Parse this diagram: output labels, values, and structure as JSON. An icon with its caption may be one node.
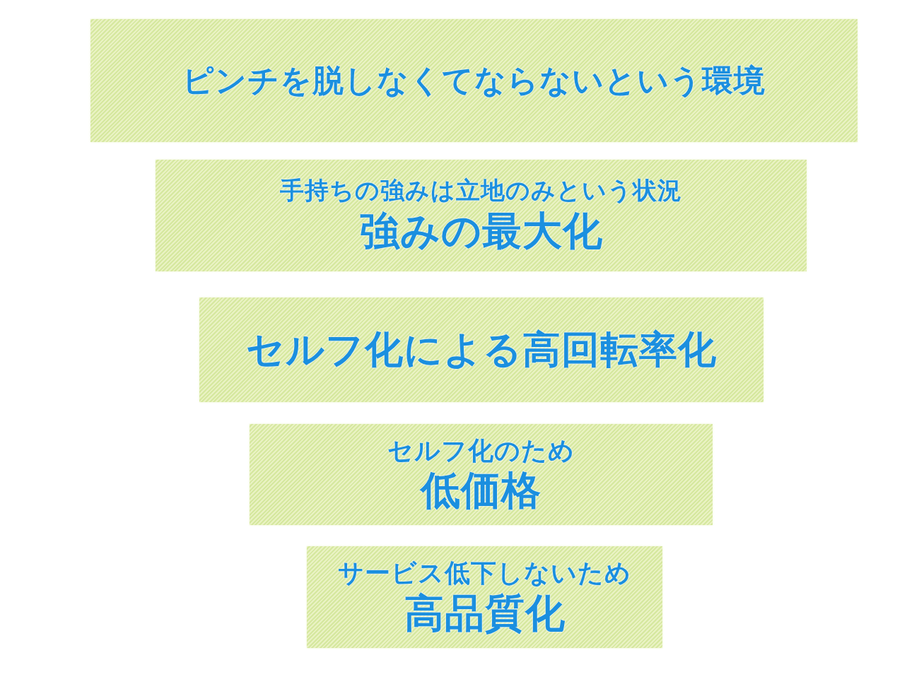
{
  "diagram": {
    "nodes": [
      {
        "text": [
          "ピンチを脱しなくてならないという環境"
        ]
      },
      {
        "text": [
          "手持ちの強みは立地のみという状況",
          "強みの最大化"
        ]
      },
      {
        "text": [
          "セルフ化による高回転率化"
        ]
      },
      {
        "text": [
          "セルフ化のため",
          "低価格"
        ]
      },
      {
        "text": [
          "サービス低下しないため",
          "高品質化"
        ]
      }
    ]
  }
}
